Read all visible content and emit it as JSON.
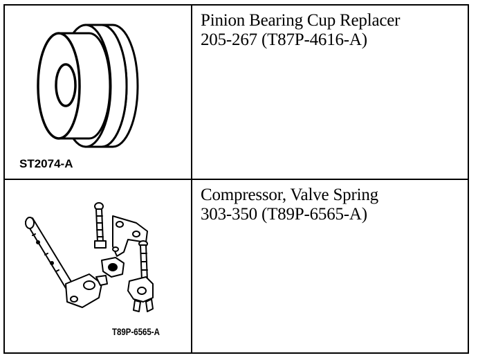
{
  "tools": [
    {
      "illustration_icon": "bearing-cup-replacer-drawing",
      "ref_code": "ST2074-A",
      "name": "Pinion Bearing Cup Replacer",
      "number": "205-267 (T87P-4616-A)"
    },
    {
      "illustration_icon": "valve-spring-compressor-drawing",
      "ref_code": "T89P-6565-A",
      "name": "Compressor, Valve Spring",
      "number": "303-350 (T89P-6565-A)"
    }
  ]
}
